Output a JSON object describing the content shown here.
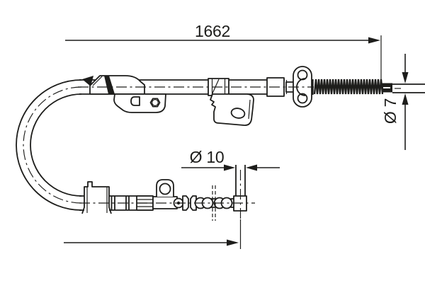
{
  "diagram": {
    "type": "technical-line-drawing",
    "background_color": "#ffffff",
    "line_color": "#1d1d1b",
    "labels": {
      "overall_length": "1662",
      "lower_end_diameter": "Ø 10",
      "upper_end_diameter": "Ø 7"
    }
  }
}
